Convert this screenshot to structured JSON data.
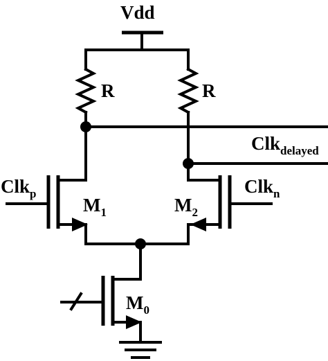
{
  "labels": {
    "supply": "Vdd",
    "resistor_left": "R",
    "resistor_right": "R",
    "output": {
      "base": "Clk",
      "sub": "delayed"
    },
    "clk_p": {
      "base": "Clk",
      "sub": "p"
    },
    "clk_n": {
      "base": "Clk",
      "sub": "n"
    },
    "m1": {
      "base": "M",
      "sub": "1"
    },
    "m2": {
      "base": "M",
      "sub": "2"
    },
    "m0": {
      "base": "M",
      "sub": "0"
    }
  }
}
